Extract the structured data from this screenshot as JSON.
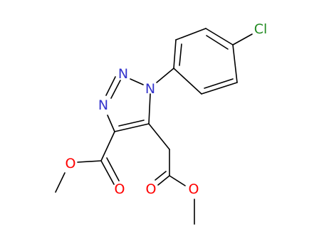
{
  "diagram": {
    "atoms": {
      "n1": {
        "label": "N",
        "color": "#3333cc"
      },
      "n2": {
        "label": "N",
        "color": "#3333cc"
      },
      "n3": {
        "label": "N",
        "color": "#3333cc"
      },
      "cl": {
        "label": "Cl",
        "color": "#228b22"
      },
      "o_ester4_single": {
        "label": "O",
        "color": "#ff0000"
      },
      "o_ester4_double": {
        "label": "O",
        "color": "#ff0000"
      },
      "o_ester5_double": {
        "label": "O",
        "color": "#ff0000"
      },
      "o_ester5_single": {
        "label": "O",
        "color": "#ff0000"
      }
    }
  }
}
